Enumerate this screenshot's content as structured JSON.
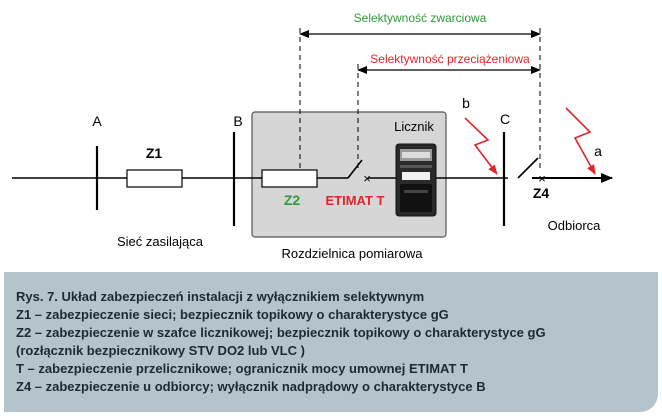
{
  "diagram": {
    "selectivity_short": "Selektywność zwarciowa",
    "selectivity_overload": "Selektywność przeciążeniowa",
    "point_a": "A",
    "point_b": "B",
    "point_c": "C",
    "label_z1": "Z1",
    "label_z2": "Z2",
    "label_z4": "Z4",
    "label_etimat": "ETIMAT T",
    "label_meter": "Licznik",
    "label_network": "Sieć zasilająca",
    "label_board": "Rozdzielnica pomiarowa",
    "label_consumer": "Odbiorca",
    "fault_b": "b",
    "fault_a": "a"
  },
  "caption": {
    "title": "Rys. 7. Układ zabezpieczeń instalacji z wyłącznikiem selektywnym",
    "lines": [
      "Z1 – zabezpieczenie sieci; bezpiecznik topikowy o charakterystyce gG",
      "Z2 – zabezpieczenie w szafce licznikowej; bezpiecznik topikowy o charakterystyce gG",
      "(rozłącznik bezpiecznikowy STV DO2 lub VLC )",
      "T – zabezpieczenie przelicznikowe; ogranicznik mocy umownej ETIMAT T",
      "Z4 – zabezpieczenie u odbiorcy; wyłącznik nadprądowy o charakterystyce B"
    ]
  },
  "colors": {
    "green": "#2e9a3a",
    "red": "#e0262b",
    "board_fill": "#d6d6d6",
    "caption_bg": "#b4c3cc"
  }
}
